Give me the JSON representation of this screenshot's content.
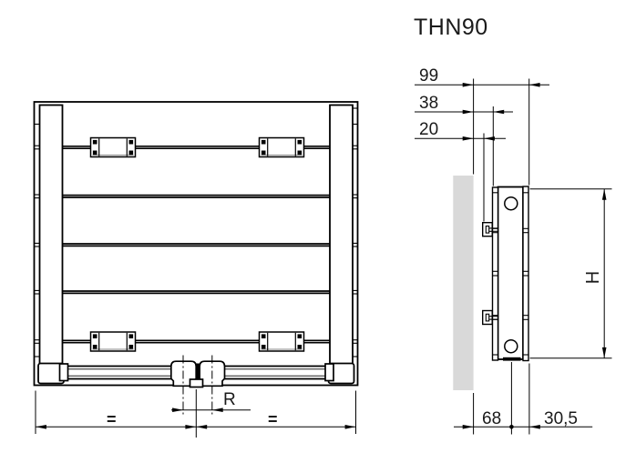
{
  "title": "THN90",
  "front_view": {
    "dim_r_label": "R",
    "equal_left_label": "=",
    "equal_right_label": "="
  },
  "side_view": {
    "dim_99_label": "99",
    "dim_38_label": "38",
    "dim_20_label": "20",
    "dim_height_label": "H",
    "dim_68_label": "68",
    "dim_30_5_label": "30,5"
  },
  "colors": {
    "line": "#000000",
    "text": "#1a1a1a",
    "wall": "#d9d9d9",
    "bracket_shadow": "#9a9a9a"
  }
}
